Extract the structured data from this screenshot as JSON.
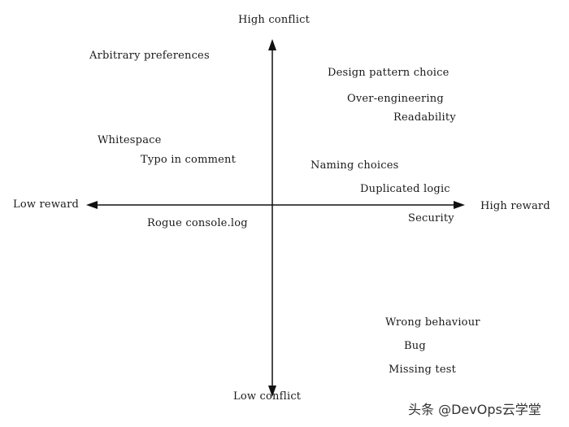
{
  "axes": {
    "top": "High conflict",
    "bottom": "Low conflict",
    "left": "Low reward",
    "right": "High reward"
  },
  "items": {
    "arbitrary_preferences": "Arbitrary preferences",
    "design_pattern_choice": "Design pattern choice",
    "over_engineering": "Over-engineering",
    "readability": "Readability",
    "whitespace": "Whitespace",
    "typo_in_comment": "Typo in comment",
    "naming_choices": "Naming choices",
    "duplicated_logic": "Duplicated logic",
    "rogue_console_log": "Rogue console.log",
    "security": "Security",
    "wrong_behaviour": "Wrong behaviour",
    "bug": "Bug",
    "missing_test": "Missing test"
  },
  "watermark": "头条 @DevOps云学堂"
}
